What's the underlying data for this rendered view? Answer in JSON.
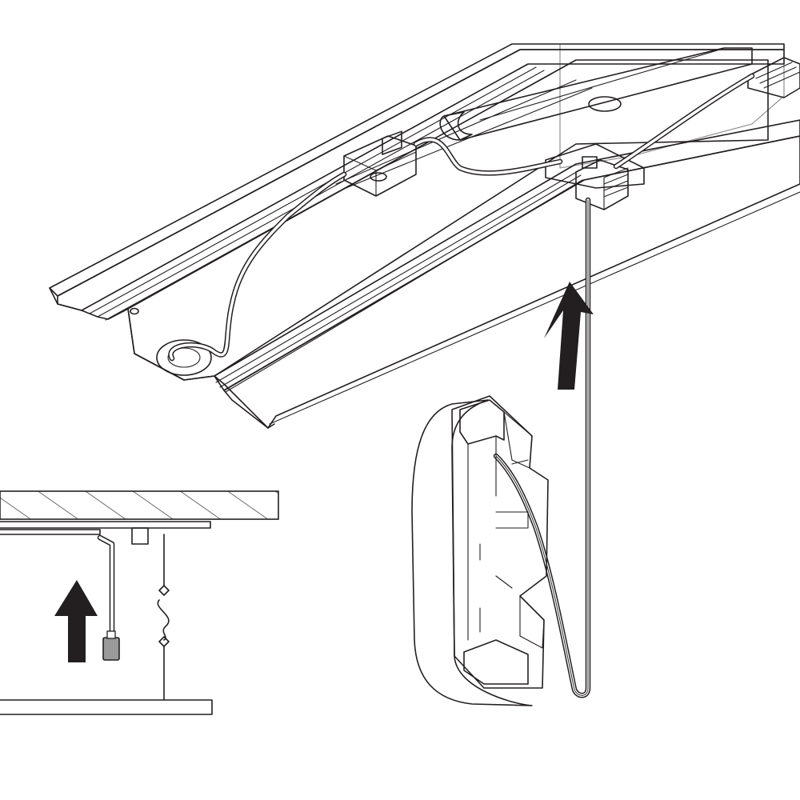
{
  "diagram": {
    "components": {
      "rail_profile": "lighting-track-profile",
      "ceiling": "hatched-ceiling-slab",
      "suspension_wire": "suspension-wire",
      "cable": "connection-cable",
      "plug": "cable-plug",
      "end_cap": "profile-end-cap",
      "arrow_main": "up-arrow",
      "arrow_side": "up-arrow"
    },
    "colors": {
      "line": "#231f20",
      "fill_light": "#ffffff",
      "fill_shade": "#cfcfcf",
      "fill_mid": "#e6e6e6",
      "arrow": "#231f20",
      "plug": "#9a9a9a"
    }
  }
}
